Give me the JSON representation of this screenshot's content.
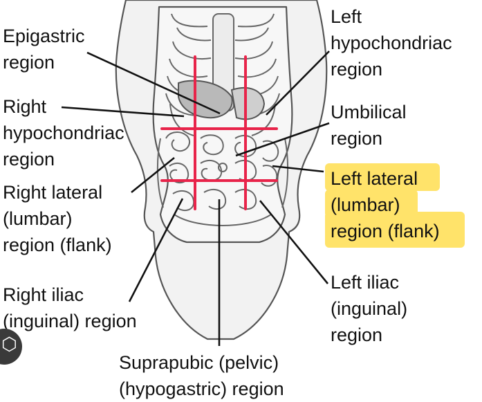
{
  "labels": {
    "epigastric": [
      "Epigastric",
      "region"
    ],
    "right_hypochondriac": [
      "Right",
      "hypochondriac",
      "region"
    ],
    "right_lateral": [
      "Right lateral",
      "(lumbar)",
      "region (flank)"
    ],
    "right_iliac": [
      "Right iliac",
      "(inguinal) region"
    ],
    "suprapubic": [
      "Suprapubic (pelvic)",
      "(hypogastric) region"
    ],
    "left_hypochondriac": [
      "Left",
      "hypochondriac",
      "region"
    ],
    "umbilical": [
      "Umbilical",
      "region"
    ],
    "left_lateral": [
      "Left lateral",
      "(lumbar)",
      "region (flank)"
    ],
    "left_iliac": [
      "Left iliac",
      "(inguinal)",
      "region"
    ]
  },
  "colors": {
    "grid_lines": "#e8244a",
    "highlight": "#ffe36a",
    "leader_lines": "#111111",
    "body_outline": "#555555"
  },
  "icons": {
    "corner_badge": "overlay-button-icon"
  }
}
